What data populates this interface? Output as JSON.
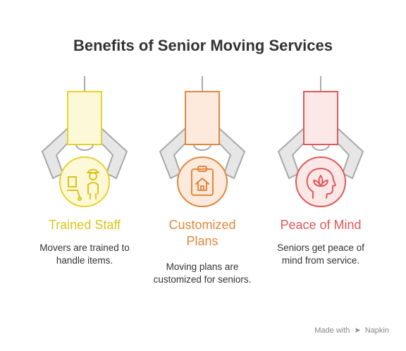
{
  "title": "Benefits of Senior Moving Services",
  "items": [
    {
      "label": "Trained Staff",
      "description": "Movers are trained to handle items.",
      "icon": "mover-with-dolly-icon",
      "fill": "#fdf9d8",
      "stroke": "#e6d22e",
      "text_color": "#d8c41a"
    },
    {
      "label": "Customized Plans",
      "description": "Moving plans are customized for seniors.",
      "icon": "clipboard-house-icon",
      "fill": "#fdeadd",
      "stroke": "#e0883e",
      "text_color": "#e0883e"
    },
    {
      "label": "Peace of Mind",
      "description": "Seniors get peace of mind from service.",
      "icon": "head-lotus-icon",
      "fill": "#fde8e8",
      "stroke": "#e05858",
      "text_color": "#e05858"
    }
  ],
  "credit": {
    "prefix": "Made with",
    "brand": "Napkin"
  }
}
